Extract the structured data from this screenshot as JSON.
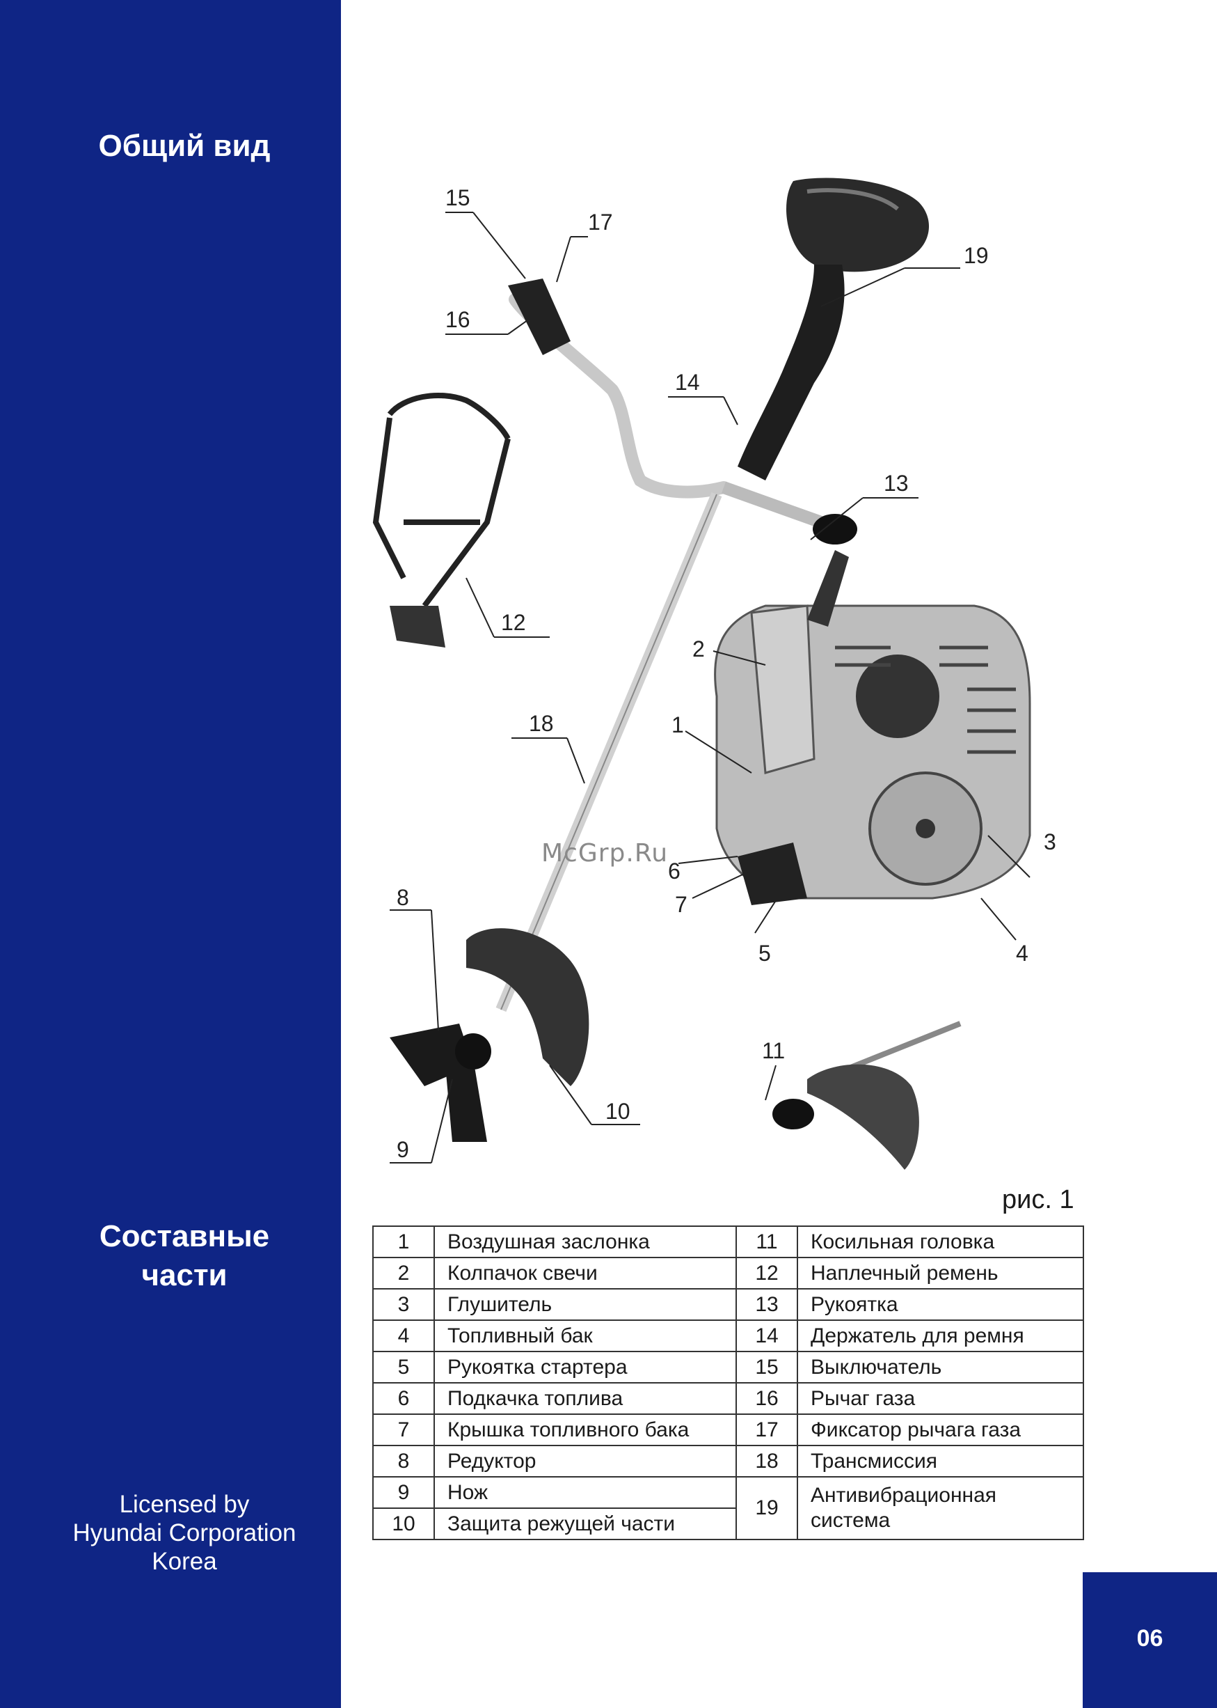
{
  "sidebar": {
    "title_overview": "Общий вид",
    "title_parts_line1": "Составные",
    "title_parts_line2": "части",
    "license_line1": "Licensed by",
    "license_line2": "Hyundai Corporation",
    "license_line3": "Korea"
  },
  "figure": {
    "caption": "рис. 1",
    "watermark": "McGrp.Ru",
    "callouts": [
      "15",
      "17",
      "16",
      "19",
      "14",
      "13",
      "12",
      "18",
      "2",
      "1",
      "3",
      "6",
      "7",
      "4",
      "5",
      "8",
      "10",
      "9",
      "11"
    ]
  },
  "parts_table": {
    "rows": [
      {
        "n1": "1",
        "name1": "Воздушная заслонка",
        "n2": "11",
        "name2": "Косильная головка"
      },
      {
        "n1": "2",
        "name1": "Колпачок свечи",
        "n2": "12",
        "name2": "Наплечный ремень"
      },
      {
        "n1": "3",
        "name1": "Глушитель",
        "n2": "13",
        "name2": "Рукоятка"
      },
      {
        "n1": "4",
        "name1": "Топливный бак",
        "n2": "14",
        "name2": "Держатель для ремня"
      },
      {
        "n1": "5",
        "name1": "Рукоятка стартера",
        "n2": "15",
        "name2": "Выключатель"
      },
      {
        "n1": "6",
        "name1": "Подкачка топлива",
        "n2": "16",
        "name2": "Рычаг газа"
      },
      {
        "n1": "7",
        "name1": "Крышка топливного бака",
        "n2": "17",
        "name2": "Фиксатор рычага газа"
      },
      {
        "n1": "8",
        "name1": "Редуктор",
        "n2": "18",
        "name2": "Трансмиссия"
      },
      {
        "n1": "9",
        "name1": "Нож",
        "n2": "19",
        "name2": "Антивибрационная система"
      },
      {
        "n1": "10",
        "name1": "Защита режущей части"
      }
    ]
  },
  "page_number": "06",
  "colors": {
    "brand_blue": "#0f2585",
    "text": "#1a1a1a"
  }
}
